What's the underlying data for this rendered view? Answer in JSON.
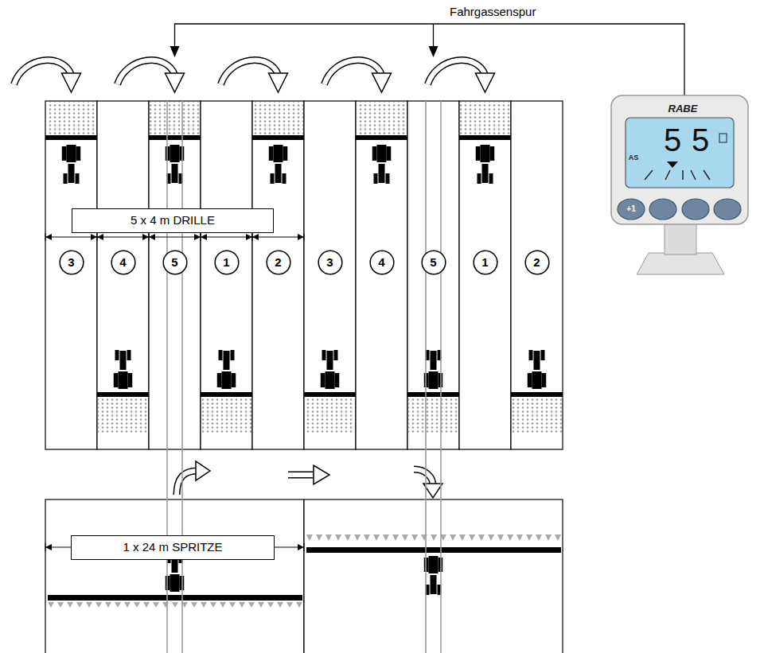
{
  "diagram": {
    "nodes": [
      {
        "text": [
          "5 x 4 m DRILLE"
        ]
      },
      {
        "text": [
          "3"
        ]
      },
      {
        "text": [
          "4"
        ]
      },
      {
        "text": [
          "5"
        ]
      },
      {
        "text": [
          "1"
        ]
      },
      {
        "text": [
          "2"
        ]
      },
      {
        "text": [
          "3"
        ]
      },
      {
        "text": [
          "4"
        ]
      },
      {
        "text": [
          "5"
        ]
      },
      {
        "text": [
          "1"
        ]
      },
      {
        "text": [
          "2"
        ]
      },
      {
        "text": [
          "1 x 24 m SPRITZE"
        ]
      },
      {
        "text": [
          "RABE",
          "AS",
          "5",
          "5",
          "+1"
        ]
      }
    ],
    "labels": [
      "Fahrgassenspur"
    ]
  }
}
